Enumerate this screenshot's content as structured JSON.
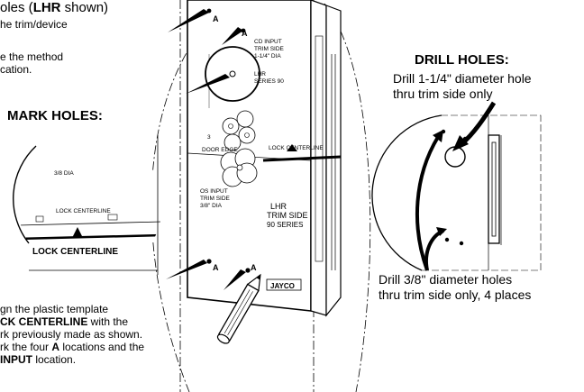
{
  "intro": {
    "line1_pre": "oles (",
    "line1_bold": "LHR",
    "line1_post": " shown)",
    "line2": "he trim/device",
    "line3": "e the method",
    "line4": "cation."
  },
  "mark_holes": {
    "title": "MARK HOLES:",
    "line1": "gn the plastic template",
    "line2_bold": "CK CENTERLINE",
    "line2_post": " with the",
    "line3": "rk previously made as shown.",
    "line4_pre": "rk the four ",
    "line4_bold": "A",
    "line4_post": " locations and the",
    "line5_bold": "INPUT",
    "line5_post": " location."
  },
  "drill_holes": {
    "title": "DRILL HOLES:",
    "line1": "Drill 1-1/4\" diameter hole",
    "line2": "thru trim side only",
    "bottom1": "Drill 3/8\" diameter holes",
    "bottom2": "thru trim side only, 4 places"
  },
  "template": {
    "cd_input": "CD INPUT",
    "trim_side": "TRIM SIDE",
    "diameter_big": "1-1/4\" DIA",
    "model_a": "LHR",
    "series_a": "SERIES 90",
    "door_edge": "DOOR EDGE",
    "lock_centerline": "LOCK CENTERLINE",
    "model_b": "LHR",
    "trim_side_b": "TRIM SIDE",
    "series_b": "90 SERIES",
    "diameter_small": "3/8\" DIA",
    "os_input": "OS INPUT",
    "brand": "JAYCO",
    "mark_a": "A",
    "num_3": "3"
  },
  "inset": {
    "lock_centerline": "LOCK CENTERLINE",
    "mirror_text": "LOCK CENTERLINE",
    "top_text": "3/8 DIA"
  }
}
